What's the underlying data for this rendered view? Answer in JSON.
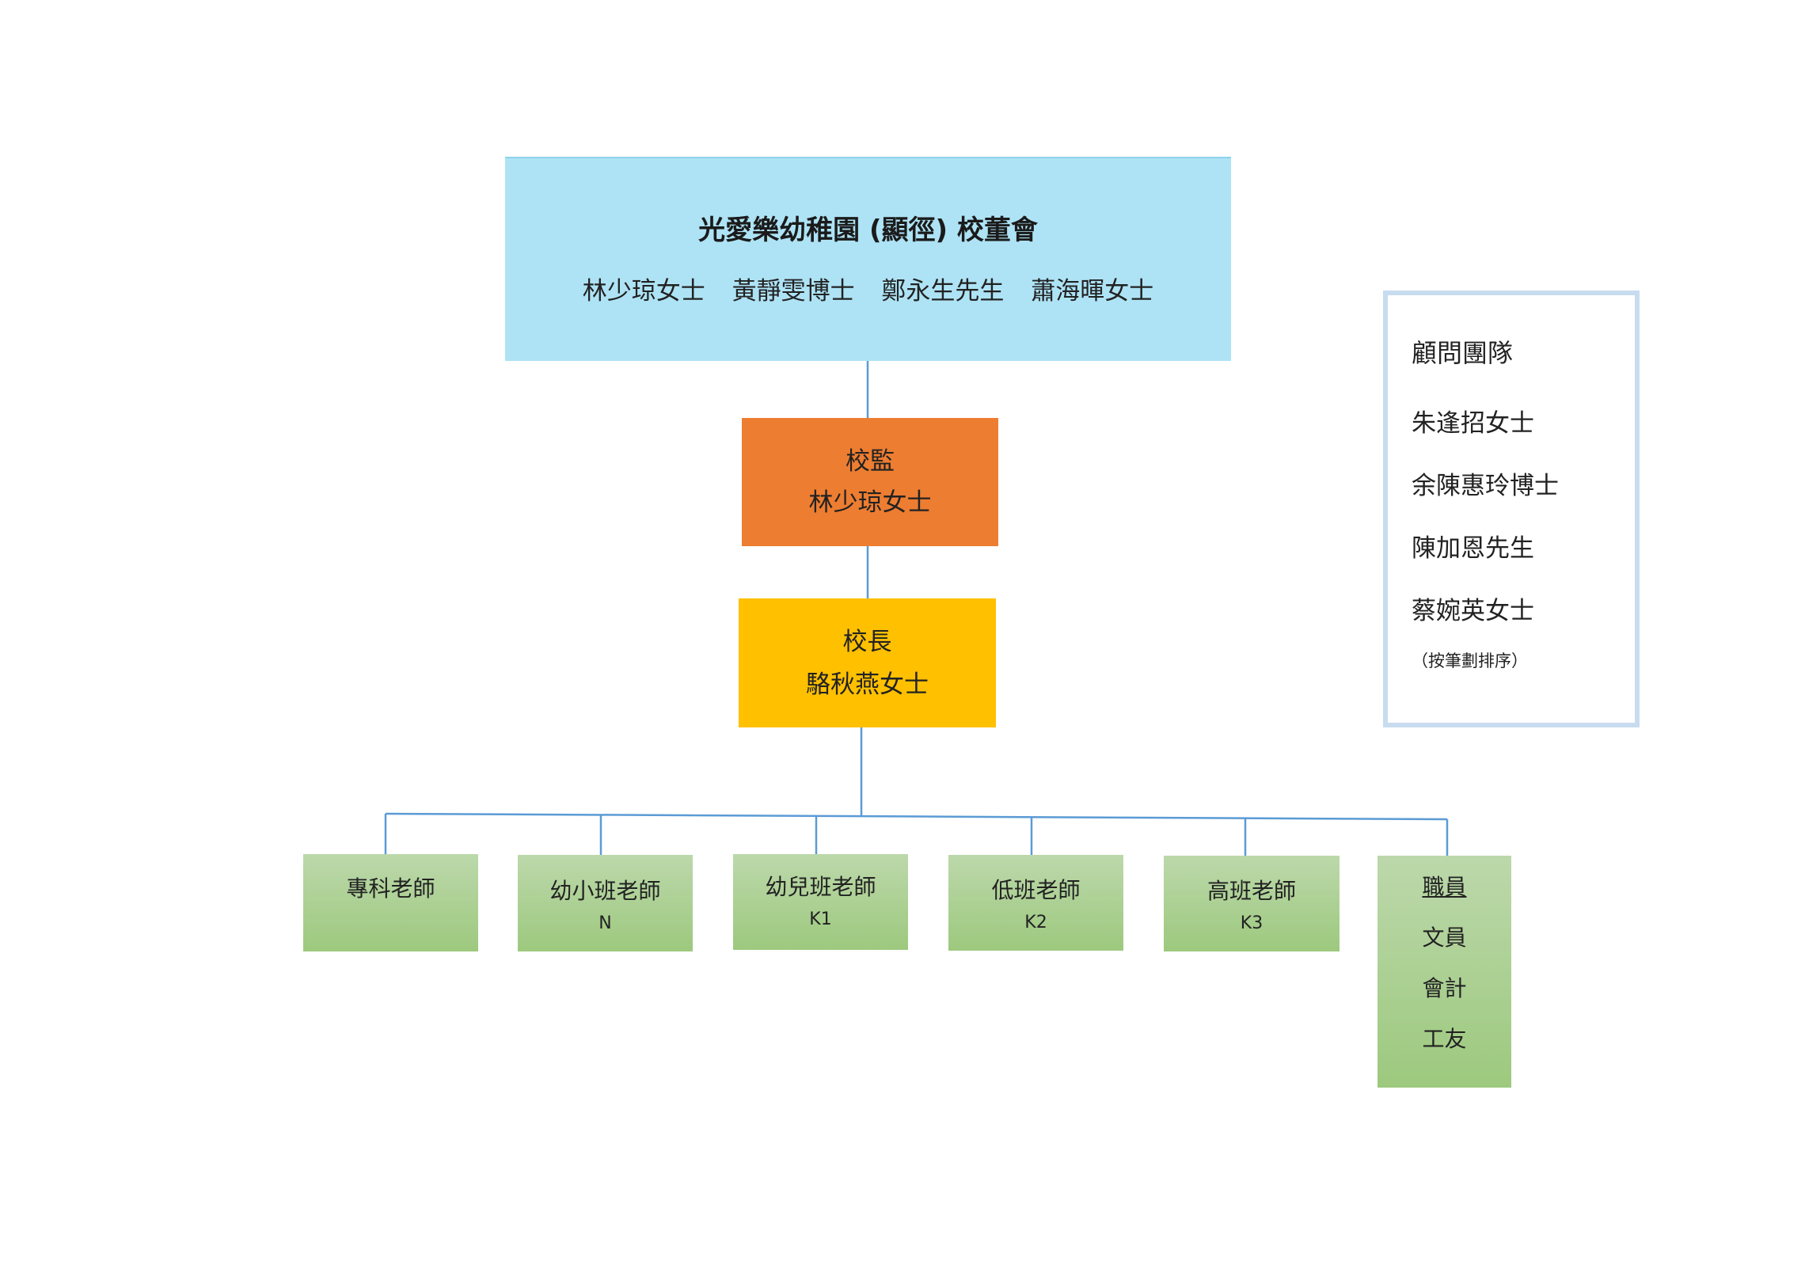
{
  "board": {
    "title": "光愛樂幼稚園 (顯徑) 校董會",
    "members": "林少琼女士 黃靜雯博士 鄭永生先生 蕭海暉女士",
    "color": "#aee3f5"
  },
  "supervisor": {
    "role": "校監",
    "name": "林少琼女士",
    "color": "#ed7d31"
  },
  "principal": {
    "role": "校長",
    "name": "駱秋燕女士",
    "color": "#ffc000"
  },
  "teams": [
    {
      "label": "專科老師",
      "code": ""
    },
    {
      "label": "幼小班老師",
      "code": "N"
    },
    {
      "label": "幼兒班老師",
      "code": "K1"
    },
    {
      "label": "低班老師",
      "code": "K2"
    },
    {
      "label": "高班老師",
      "code": "K3"
    }
  ],
  "staff": {
    "heading": "職員",
    "items": [
      "文員",
      "會計",
      "工友"
    ]
  },
  "advisors": {
    "title": "顧問團隊",
    "members": [
      "朱逢招女士",
      "余陳惠玲博士",
      "陳加恩先生",
      "蔡婉英女士"
    ],
    "note": "（按筆劃排序）"
  },
  "line_color": "#5b9bd5"
}
